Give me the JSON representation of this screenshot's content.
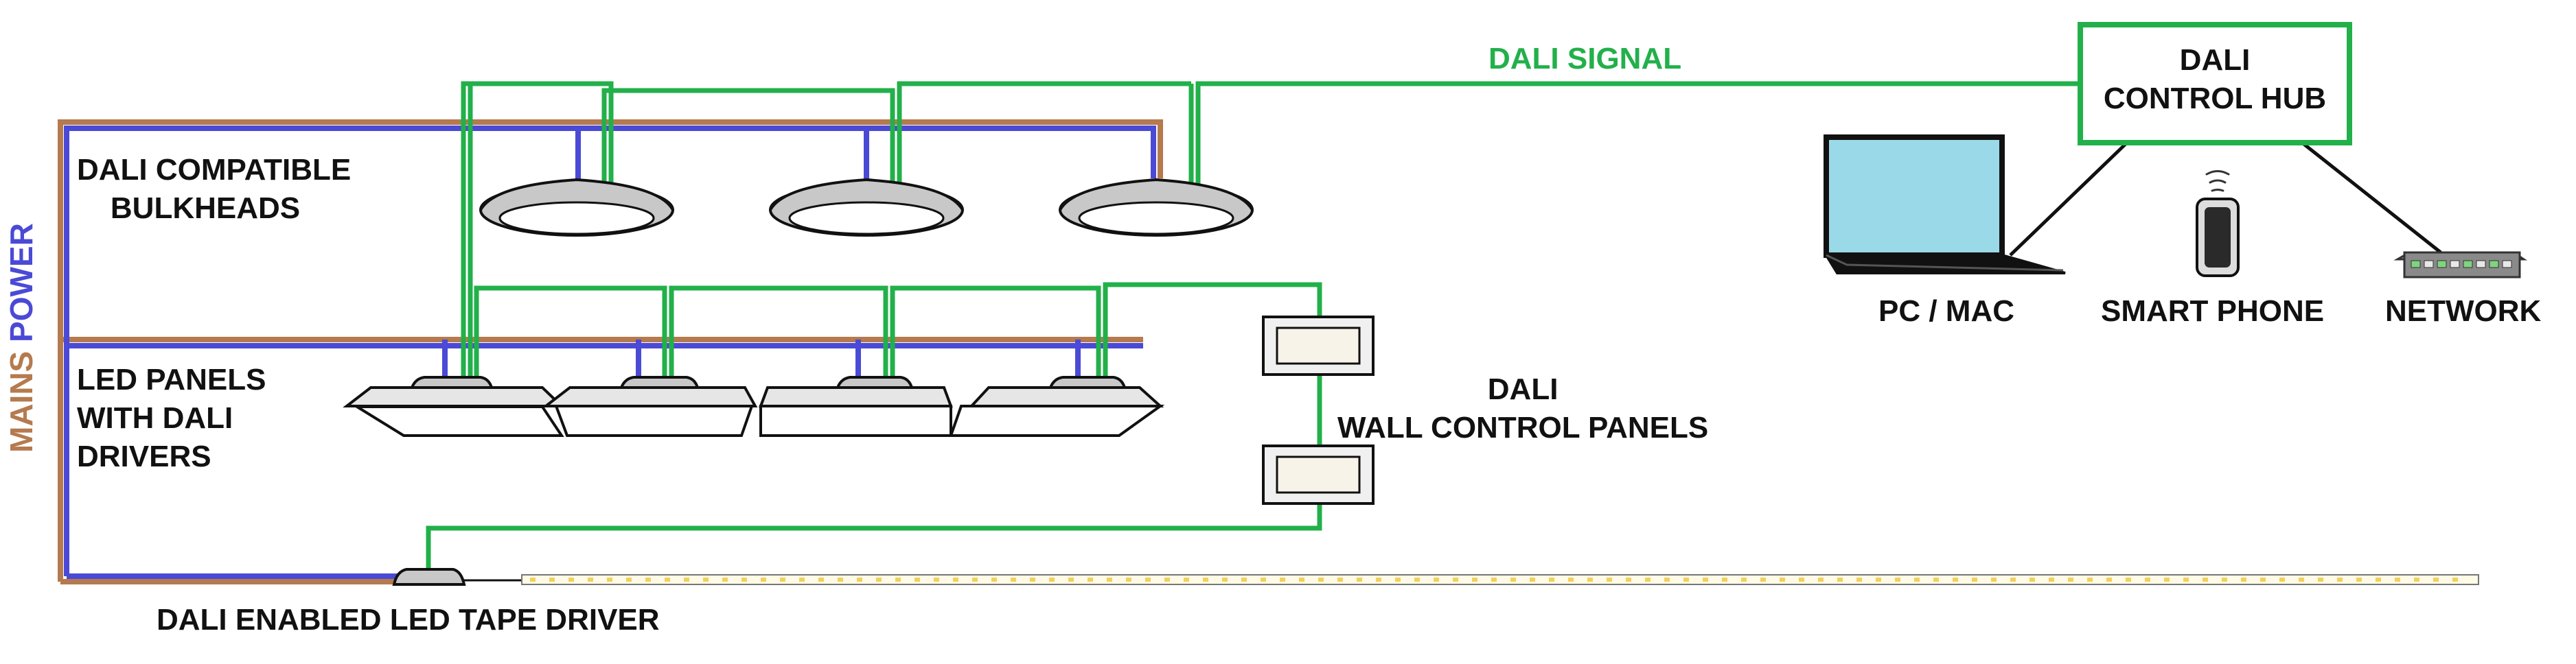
{
  "diagram": {
    "signal_label": "DALI SIGNAL",
    "hub_label": "DALI\nCONTROL HUB",
    "bulkheads_label": "DALI COMPATIBLE\n    BULKHEADS",
    "panels_label": "LED PANELS\nWITH DALI\nDRIVERS",
    "wall_panels_label": "DALI\nWALL CONTROL PANELS",
    "tape_driver_label": "DALI ENABLED LED TAPE DRIVER",
    "mains_label_part1": "MAINS",
    "mains_label_part2": "POWER",
    "pc_label": "PC / MAC",
    "phone_label": "SMART PHONE",
    "network_label": "NETWORK"
  },
  "colors": {
    "dali_signal": "#22b04a",
    "mains_live": "#4a4ad6",
    "mains_brown": "#b57a4e",
    "fixture_grey": "#c8c8c8",
    "screen_blue": "#9ad9e8"
  },
  "icons": [
    "bulkhead-icon",
    "led-panel-icon",
    "wall-control-panel-icon",
    "tape-driver-icon",
    "led-tape-icon",
    "laptop-icon",
    "smartphone-icon",
    "network-switch-icon",
    "wifi-icon"
  ]
}
